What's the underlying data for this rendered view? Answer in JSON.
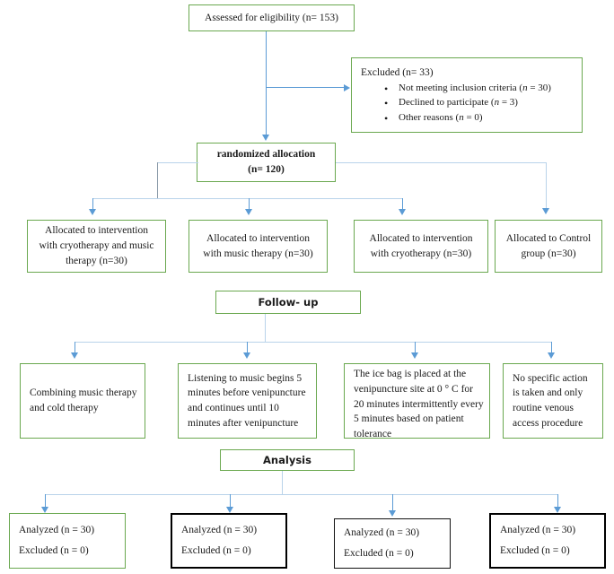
{
  "diagram": {
    "title": "CONSORT participant flow diagram",
    "colors": {
      "green_border": "#6aa84f",
      "black_border": "#000000",
      "arrow_blue": "#5b9bd5",
      "pale_connector": "#b9d3ea",
      "background": "#ffffff"
    }
  },
  "enrollment": {
    "assessed": "Assessed for eligibility (n= 153)",
    "excluded_title": "Excluded (n= 33)",
    "excluded_reasons": [
      {
        "text": "Not meeting inclusion criteria (",
        "var": "n",
        "eq": " = 30)"
      },
      {
        "text": "Declined to participate (",
        "var": "n",
        "eq": " = 3)"
      },
      {
        "text": "Other reasons (",
        "var": "n",
        "eq": " = 0)"
      }
    ]
  },
  "allocation": {
    "randomized_line1": "randomized allocation",
    "randomized_line2": "(n= 120)",
    "groups": [
      "Allocated to intervention with cryotherapy and music therapy (n=30)",
      "Allocated to intervention with music therapy (n=30)",
      "Allocated to intervention with cryotherapy (n=30)",
      "Allocated to Control group (n=30)"
    ]
  },
  "followup": {
    "header": "Follow- up",
    "details": [
      "Combining music therapy and cold therapy",
      "Listening to music begins 5 minutes before venipuncture and continues until 10 minutes after venipuncture",
      "The ice bag is placed at the venipuncture site at 0 ° C for 20 minutes intermittently every 5 minutes based on patient tolerance",
      "No specific action is taken and only routine venous access procedure"
    ]
  },
  "analysis": {
    "header": "Analysis",
    "results": [
      {
        "analyzed": "Analyzed (n = 30)",
        "excluded": "Excluded (n = 0)",
        "border": "green"
      },
      {
        "analyzed": "Analyzed (n = 30)",
        "excluded": "Excluded (n = 0)",
        "border": "black"
      },
      {
        "analyzed": "Analyzed (n = 30)",
        "excluded": "Excluded (n = 0)",
        "border": "black-thin"
      },
      {
        "analyzed": "Analyzed (n = 30)",
        "excluded": "Excluded (n = 0)",
        "border": "black"
      }
    ]
  }
}
